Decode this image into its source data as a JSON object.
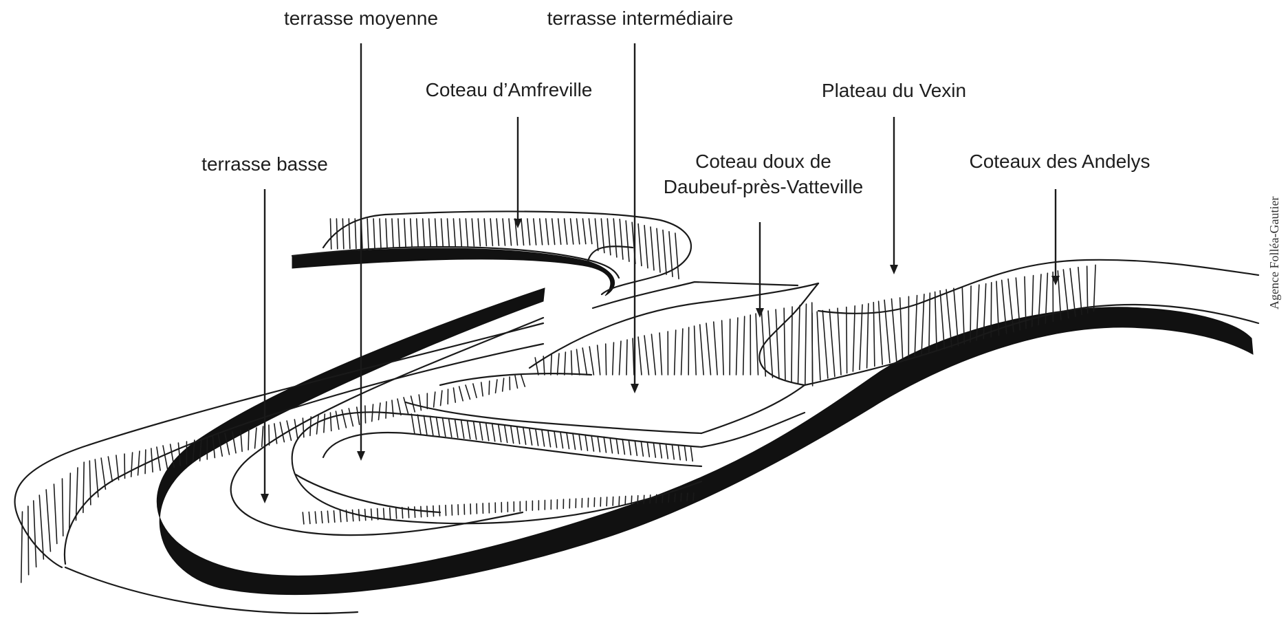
{
  "labels": {
    "terrasse_moyenne": "terrasse moyenne",
    "terrasse_intermediaire": "terrasse intermédiaire",
    "coteau_amfreville": "Coteau d’Amfreville",
    "plateau_vexin": "Plateau du Vexin",
    "terrasse_basse": "terrasse basse",
    "coteau_daubeuf_line1": "Coteau doux de",
    "coteau_daubeuf_line2": "Daubeuf-près-Vatteville",
    "coteaux_andelys": "Coteaux des Andelys"
  },
  "credit": "Agence Folléa-Gautier",
  "colors": {
    "ink": "#1a1a1a",
    "river": "#111111",
    "background": "#ffffff"
  }
}
